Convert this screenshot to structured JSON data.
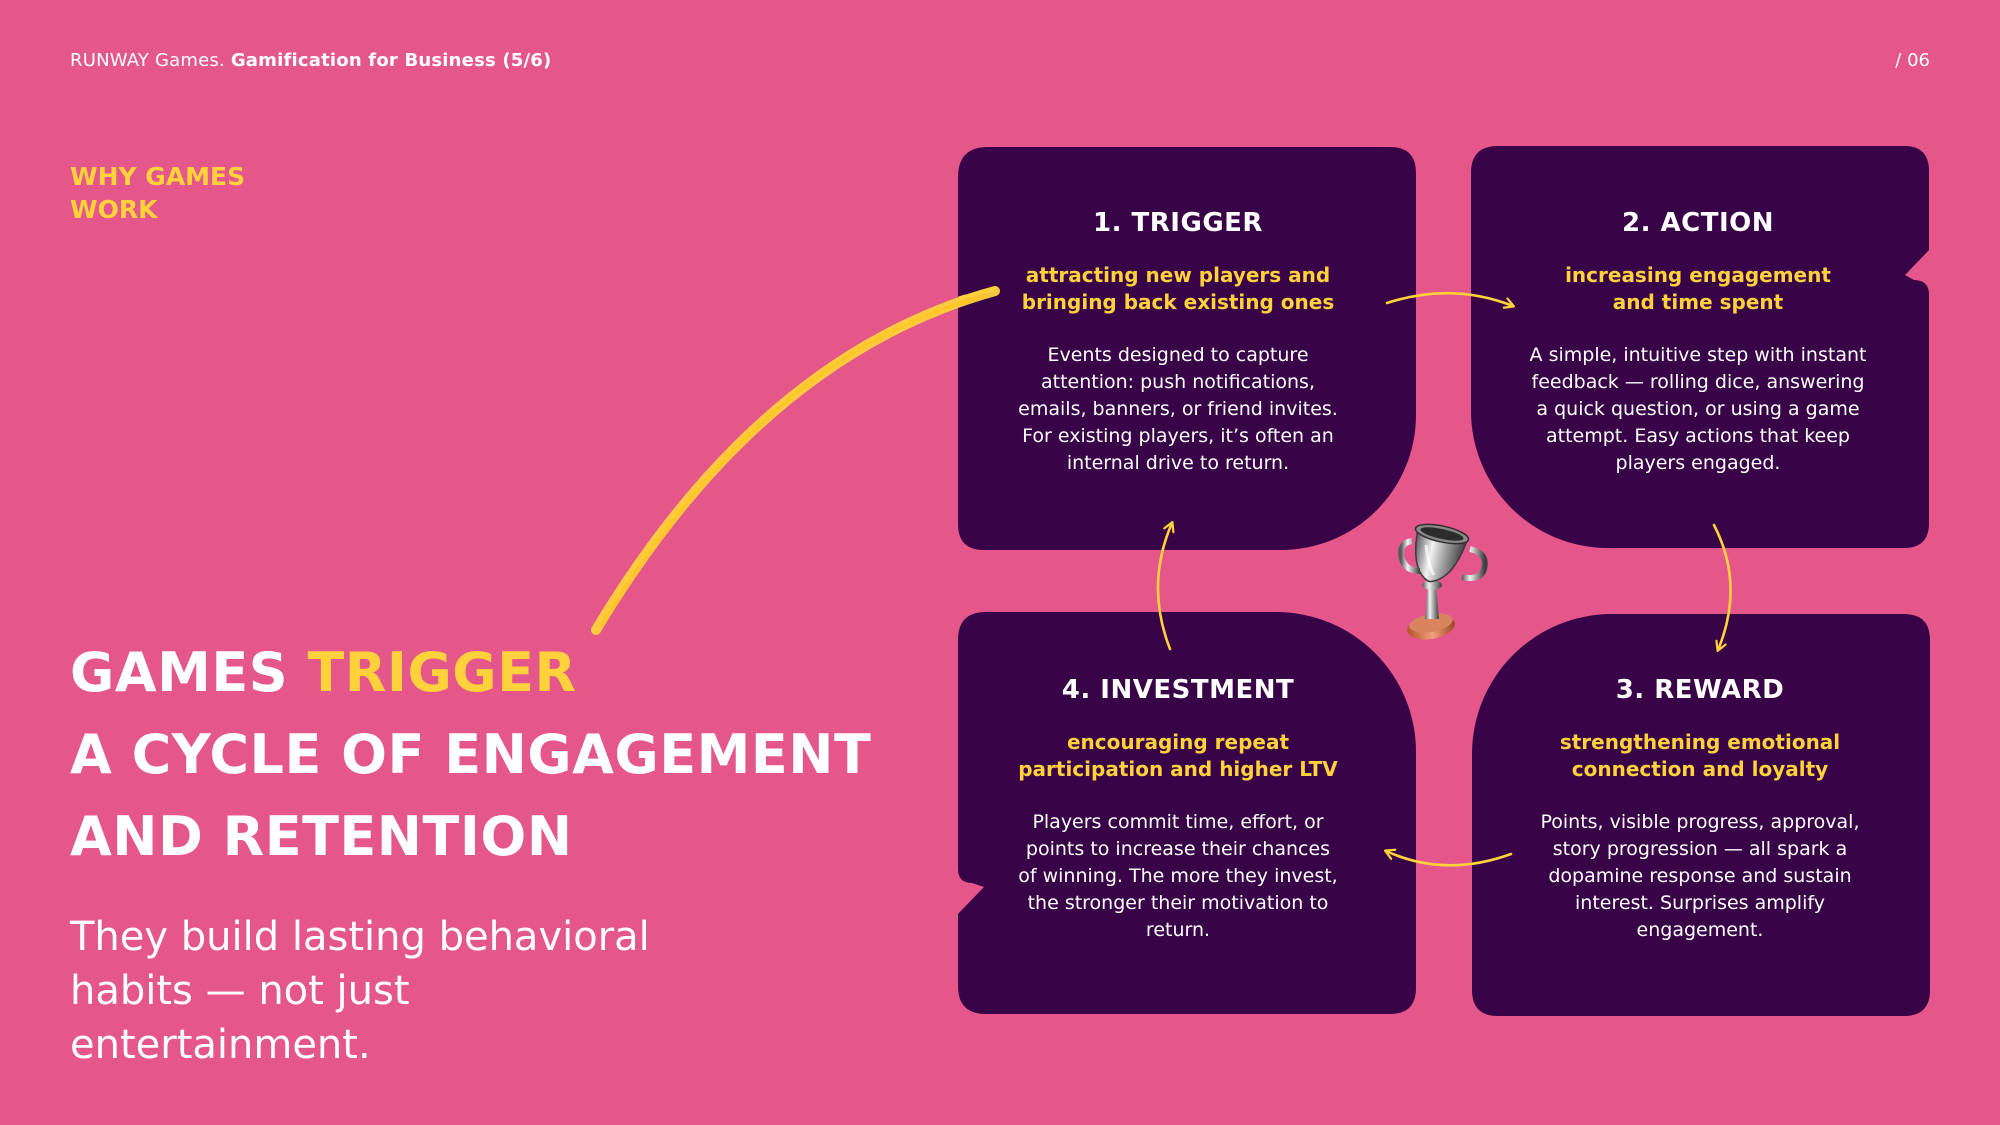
{
  "header": {
    "brand": "RUNWAY Games.",
    "deck_title": "Gamification for Business (5/6)",
    "page": "/ 06"
  },
  "section_label": "WHY GAMES WORK",
  "headline": {
    "part1": "GAMES ",
    "accent": "TRIGGER",
    "line2": "A CYCLE OF ENGAGEMENT",
    "line3": "AND RETENTION"
  },
  "subtitle": "They build lasting behavioral habits — not just entertainment.",
  "colors": {
    "background": "#e5568a",
    "card": "#380347",
    "accent": "#ffd23c",
    "text": "#ffffff"
  },
  "cycle": [
    {
      "title": "1. TRIGGER",
      "tagline": "attracting new players and bringing back existing ones",
      "description": "Events designed to capture attention: push notifications, emails, banners, or friend invites. For existing players, it’s often an internal drive to return."
    },
    {
      "title": "2. ACTION",
      "tagline": "increasing engagement and time spent",
      "description": "A simple, intuitive step with instant feedback — rolling dice, answering a quick question, or using a game attempt. Easy actions that keep players engaged."
    },
    {
      "title": "3. REWARD",
      "tagline": "strengthening emotional connection and loyalty",
      "description": "Points, visible progress, approval, story progression — all spark a dopamine response and sustain interest. Surprises amplify engagement."
    },
    {
      "title": "4. INVESTMENT",
      "tagline": "encouraging repeat participation and higher LTV",
      "description": "Players commit time, effort, or points to increase their chances of winning. The more they invest, the stronger their motivation to return."
    }
  ],
  "icons": {
    "center": "trophy-icon",
    "connectors": [
      "arrow-right-icon",
      "arrow-down-icon",
      "arrow-left-icon",
      "arrow-up-icon"
    ],
    "decoration": "chalk-stroke-icon"
  }
}
